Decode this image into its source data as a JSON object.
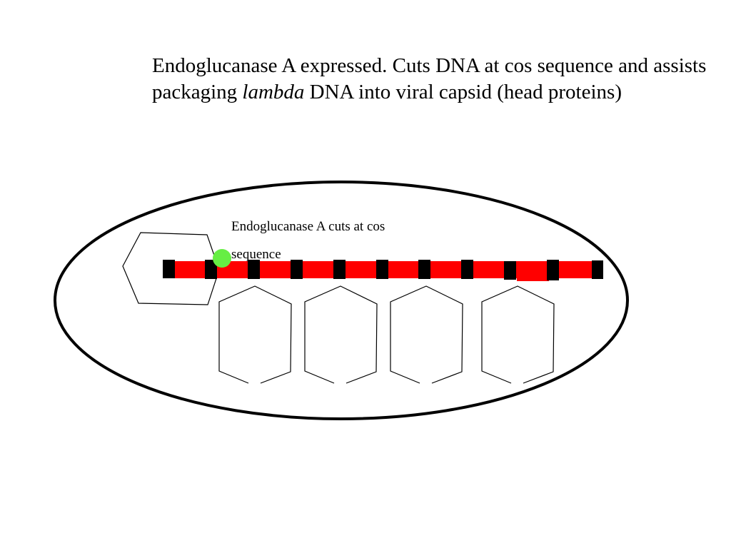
{
  "title": {
    "part1": "Endoglucanase A expressed. Cuts DNA at cos sequence and assists packaging ",
    "italic": "lambda",
    "part2": " DNA into viral capsid (head proteins)"
  },
  "diagram": {
    "enzyme_label_line1": "Endoglucanase A cuts at cos",
    "enzyme_label_line2": "sequence",
    "colors": {
      "dna": "#ff0000",
      "cos_site": "#000000",
      "enzyme": "#66ee44",
      "cell_outline": "#000000"
    },
    "cos_site_count": 11,
    "capsid_count": 5
  }
}
